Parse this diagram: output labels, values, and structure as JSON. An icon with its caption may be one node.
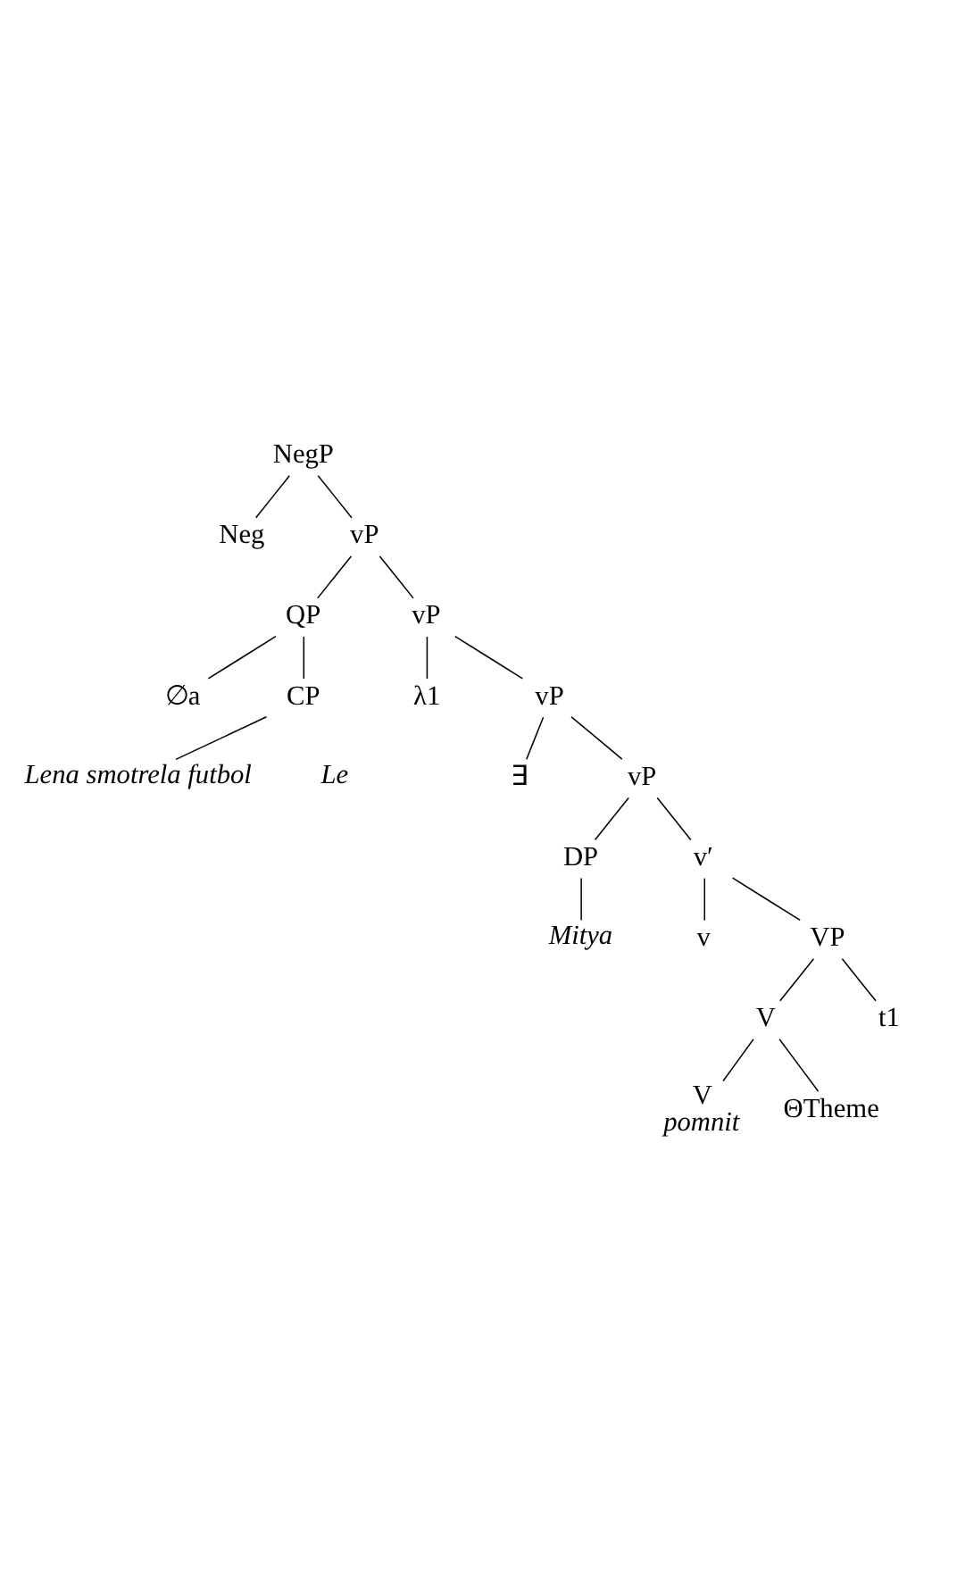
{
  "diagram": {
    "nodes": [
      {
        "text": [
          "NegP"
        ]
      },
      {
        "text": [
          "Neg"
        ]
      },
      {
        "text": [
          "vP"
        ]
      },
      {
        "text": [
          "QP"
        ]
      },
      {
        "text": [
          "vP"
        ]
      },
      {
        "text": [
          "∅a"
        ]
      },
      {
        "text": [
          "CP"
        ]
      },
      {
        "text": [
          "λ1"
        ]
      },
      {
        "text": [
          "vP"
        ]
      },
      {
        "text": [
          "Lena smotrela futbol"
        ]
      },
      {
        "text": [
          "∃"
        ]
      },
      {
        "text": [
          "vP"
        ]
      },
      {
        "text": [
          "DP"
        ]
      },
      {
        "text": [
          "v′"
        ]
      },
      {
        "text": [
          "Mitya"
        ]
      },
      {
        "text": [
          "v"
        ]
      },
      {
        "text": [
          "VP"
        ]
      },
      {
        "text": [
          "V"
        ]
      },
      {
        "text": [
          "t1"
        ]
      },
      {
        "text": [
          "V"
        ],
        "beside": [
          "pomnit"
        ]
      },
      {
        "text": [
          "ΘTheme"
        ]
      }
    ],
    "edges": [
      {
        "from": 0,
        "to": 1,
        "arrow": "none"
      },
      {
        "from": 0,
        "to": 2,
        "arrow": "none"
      },
      {
        "from": 2,
        "to": 3,
        "arrow": "none"
      },
      {
        "from": 2,
        "to": 4,
        "arrow": "none"
      },
      {
        "from": 3,
        "to": 5,
        "arrow": "none"
      },
      {
        "from": 3,
        "to": 6,
        "arrow": "none"
      },
      {
        "from": 4,
        "to": 7,
        "arrow": "none"
      },
      {
        "from": 4,
        "to": 8,
        "arrow": "none"
      },
      {
        "from": 6,
        "to": 9,
        "arrow": "none"
      },
      {
        "from": 8,
        "to": 10,
        "arrow": "none"
      },
      {
        "from": 8,
        "to": 11,
        "arrow": "none"
      },
      {
        "from": 11,
        "to": 12,
        "arrow": "none"
      },
      {
        "from": 11,
        "to": 13,
        "arrow": "none"
      },
      {
        "from": 12,
        "to": 14,
        "arrow": "none"
      },
      {
        "from": 13,
        "to": 15,
        "arrow": "none"
      },
      {
        "from": 13,
        "to": 16,
        "arrow": "none"
      },
      {
        "from": 16,
        "to": 17,
        "arrow": "none"
      },
      {
        "from": 16,
        "to": 18,
        "arrow": "none"
      },
      {
        "from": 17,
        "to": 19,
        "arrow": "none"
      },
      {
        "from": 17,
        "to": 20,
        "arrow": "none"
      }
    ],
    "labels": [
      "Le"
    ]
  }
}
